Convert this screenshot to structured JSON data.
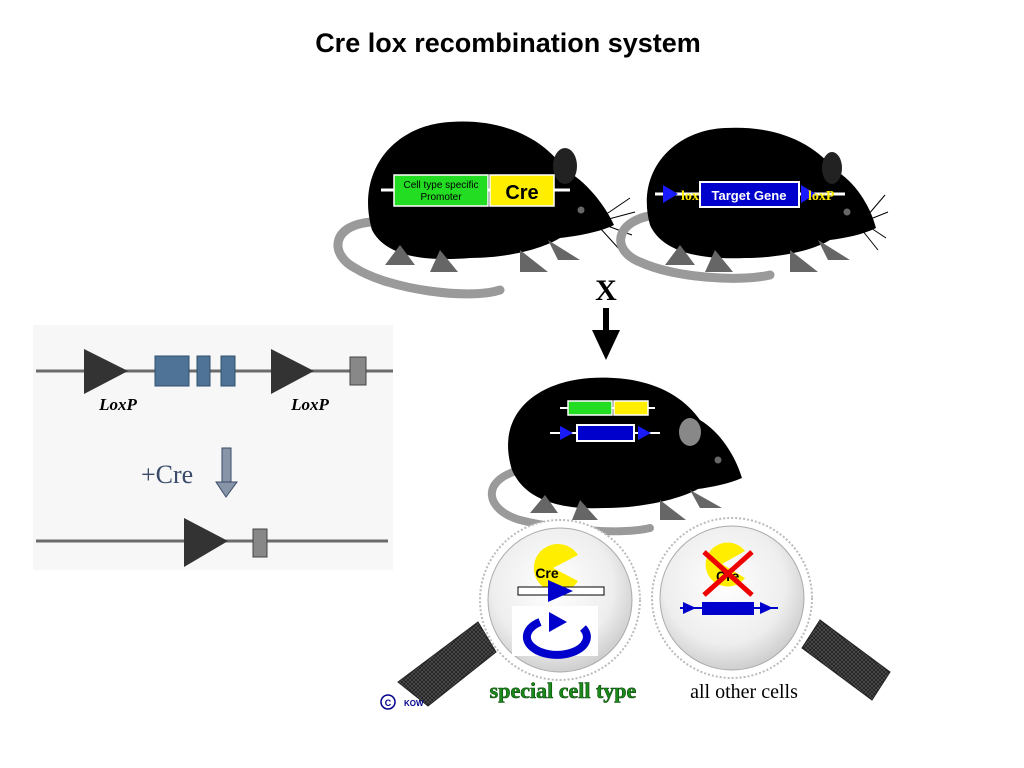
{
  "slide": {
    "title": "Cre lox recombination system"
  },
  "loxp_panel": {
    "loxp_label_1": "LoxP",
    "loxp_label_2": "LoxP",
    "cre_label": "+Cre"
  },
  "cre_mouse": {
    "promoter_line1": "Cell type specific",
    "promoter_line2": "Promoter",
    "cre_label": "Cre"
  },
  "floxed_mouse": {
    "loxp_left": "loxP",
    "target_gene": "Target Gene",
    "loxp_right": "loxP"
  },
  "cross": {
    "symbol": "X"
  },
  "cells": {
    "special_cre": "Cre",
    "special_label": "special cell type",
    "other_cre": "Cre",
    "other_label": "all other cells",
    "copyright_symbol": "C",
    "copyright_text": "KOW"
  },
  "colors": {
    "mouse": "#000000",
    "tail": "#9a9a9a",
    "promoter_green": "#22dd22",
    "cre_yellow": "#ffee00",
    "gene_blue": "#0000cc",
    "loxp_triangle": "#333333",
    "exon_blue": "#4f7396",
    "special_label_green": "#1a8a1a",
    "cross_red": "#ee0000"
  }
}
